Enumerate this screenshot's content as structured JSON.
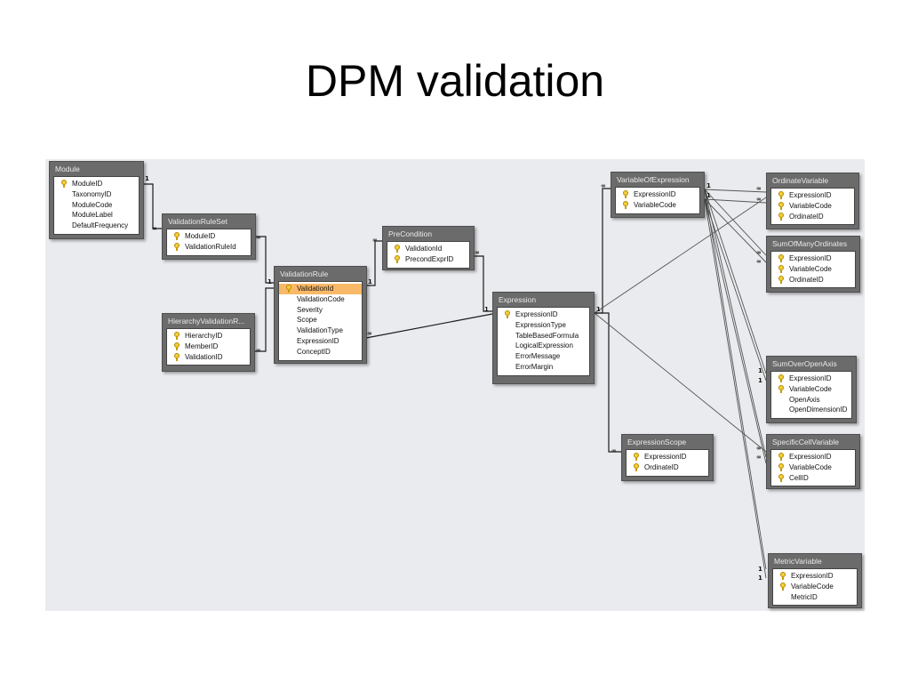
{
  "title": "DPM validation",
  "tables": {
    "module": {
      "name": "Module",
      "fields": [
        "ModuleID",
        "TaxonomyID",
        "ModuleCode",
        "ModuleLabel",
        "DefaultFrequency"
      ]
    },
    "validation_rule_set": {
      "name": "ValidationRuleSet",
      "fields": [
        "ModuleID",
        "ValidationRuleId"
      ]
    },
    "hierarchy_validation_rule": {
      "name": "HierarchyValidationR...",
      "fields": [
        "HierarchyID",
        "MemberID",
        "ValidationID"
      ]
    },
    "validation_rule": {
      "name": "ValidationRule",
      "fields": [
        "ValidationId",
        "ValidationCode",
        "Severity",
        "Scope",
        "ValidationType",
        "ExpressionID",
        "ConceptID"
      ]
    },
    "pre_condition": {
      "name": "PreCondition",
      "fields": [
        "ValidationId",
        "PrecondExprID"
      ]
    },
    "expression": {
      "name": "Expression",
      "fields": [
        "ExpressionID",
        "ExpressionType",
        "TableBasedFormula",
        "LogicalExpression",
        "ErrorMessage",
        "ErrorMargin"
      ]
    },
    "variable_of_expression": {
      "name": "VariableOfExpression",
      "fields": [
        "ExpressionID",
        "VariableCode"
      ]
    },
    "expression_scope": {
      "name": "ExpressionScope",
      "fields": [
        "ExpressionID",
        "OrdinateID"
      ]
    },
    "ordinate_variable": {
      "name": "OrdinateVariable",
      "fields": [
        "ExpressionID",
        "VariableCode",
        "OrdinateID"
      ]
    },
    "sum_of_many_ordinates": {
      "name": "SumOfManyOrdinates",
      "fields": [
        "ExpressionID",
        "VariableCode",
        "OrdinateID"
      ]
    },
    "sum_over_open_axis": {
      "name": "SumOverOpenAxis",
      "fields": [
        "ExpressionID",
        "VariableCode",
        "OpenAxis",
        "OpenDimensionID"
      ]
    },
    "specific_cell_variable": {
      "name": "SpecificCellVariable",
      "fields": [
        "ExpressionID",
        "VariableCode",
        "CellID"
      ]
    },
    "metric_variable": {
      "name": "MetricVariable",
      "fields": [
        "ExpressionID",
        "VariableCode",
        "MetricID"
      ]
    }
  },
  "markers": {
    "one": "1",
    "many": "∞"
  }
}
